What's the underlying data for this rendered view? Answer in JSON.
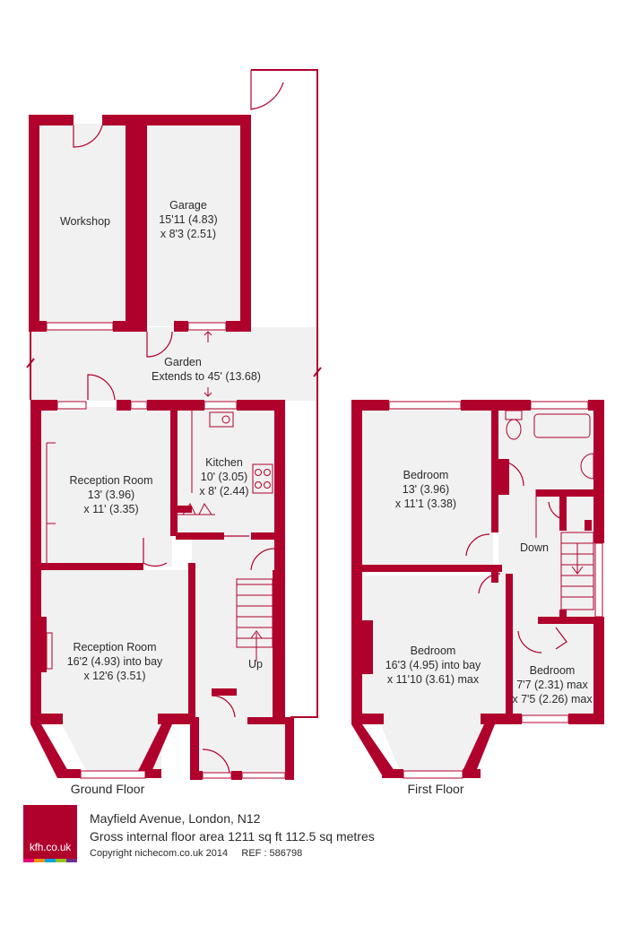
{
  "floor_plan": {
    "outbuildings": {
      "workshop": {
        "name": "Workshop"
      },
      "garage": {
        "name": "Garage",
        "dim1": "15'11 (4.83)",
        "dim2": "x 8'3 (2.51)"
      },
      "garden": {
        "name": "Garden",
        "dim1": "Extends to 45' (13.68)"
      }
    },
    "ground_floor": {
      "label": "Ground Floor",
      "reception_room_1": {
        "name": "Reception Room",
        "dim1": "13' (3.96)",
        "dim2": "x 11' (3.35)"
      },
      "kitchen": {
        "name": "Kitchen",
        "dim1": "10' (3.05)",
        "dim2": "x 8' (2.44)"
      },
      "reception_room_2": {
        "name": "Reception Room",
        "dim1": "16'2 (4.93) into bay",
        "dim2": "x 12'6 (3.51)"
      },
      "stairs_label": "Up"
    },
    "first_floor": {
      "label": "First Floor",
      "bedroom_1": {
        "name": "Bedroom",
        "dim1": "13' (3.96)",
        "dim2": "x 11'1 (3.38)"
      },
      "bedroom_2": {
        "name": "Bedroom",
        "dim1": "16'3 (4.95) into bay",
        "dim2": "x 11'10 (3.61) max"
      },
      "bedroom_3": {
        "name": "Bedroom",
        "dim1": "7'7 (2.31) max",
        "dim2": "x 7'5 (2.26) max"
      },
      "stairs_label": "Down"
    }
  },
  "footer": {
    "logo_text": "kfh.co.uk",
    "logo_bar_colors": [
      "#e4007c",
      "#f39200",
      "#00a0e3",
      "#95c11f",
      "#6f2c91"
    ],
    "address": "Mayfield Avenue, London, N12",
    "area": "Gross internal floor area 1211 sq ft 112.5 sq metres",
    "copyright": "Copyright nichecom.co.uk 2014",
    "ref": "REF : 586798"
  },
  "colors": {
    "wall": "#b0002c",
    "floor": "#f1f1f1",
    "text": "#2b2b2b"
  }
}
